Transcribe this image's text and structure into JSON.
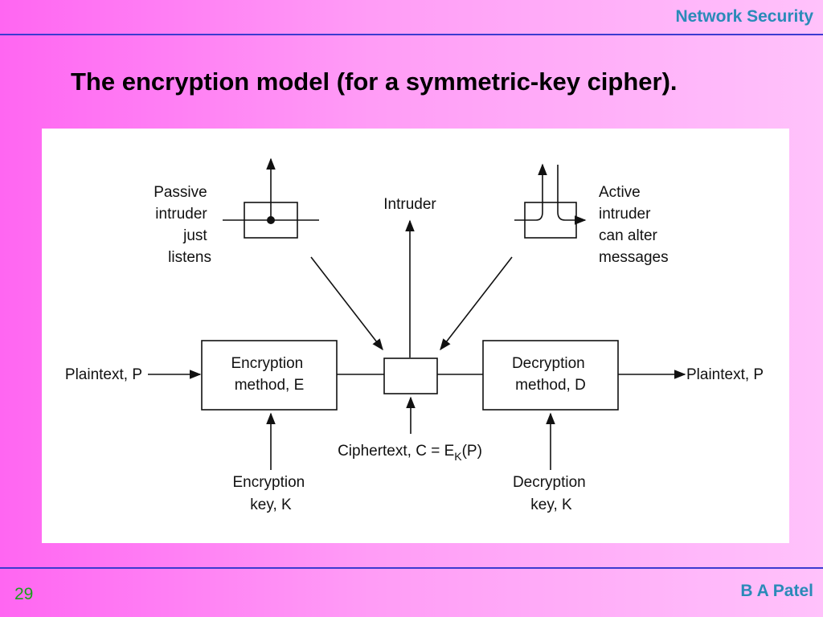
{
  "slide": {
    "header": "Network Security",
    "title": "The encryption model (for a symmetric-key cipher).",
    "page_number": "29",
    "author": "B A Patel"
  },
  "diagram": {
    "passive_intruder": [
      "Passive",
      "intruder",
      "just",
      "listens"
    ],
    "intruder": "Intruder",
    "active_intruder": [
      "Active",
      "intruder",
      "can alter",
      "messages"
    ],
    "plaintext_in": "Plaintext, P",
    "encryption_method": [
      "Encryption",
      "method, E"
    ],
    "decryption_method": [
      "Decryption",
      "method, D"
    ],
    "plaintext_out": "Plaintext, P",
    "ciphertext_prefix": "Ciphertext, C = E",
    "ciphertext_sub": "K",
    "ciphertext_suffix": "(P)",
    "encryption_key": [
      "Encryption",
      "key, K"
    ],
    "decryption_key": [
      "Decryption",
      "key, K"
    ]
  }
}
